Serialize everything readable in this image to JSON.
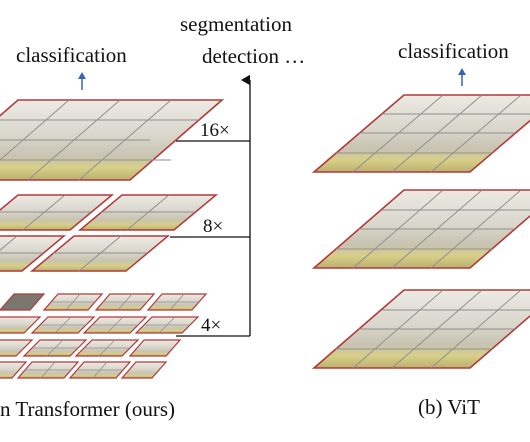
{
  "left": {
    "top_label": "classification",
    "branch_label_1": "segmentation",
    "branch_label_2": "detection …",
    "scales": [
      "16×",
      "8×",
      "4×"
    ],
    "caption": "n Transformer (ours)"
  },
  "right": {
    "top_label": "classification",
    "caption": "(b) ViT"
  },
  "colors": {
    "patch_border": "#b03a3a",
    "arrow_blue": "#3a63b8",
    "grid_gray": "#8f8f8f"
  }
}
